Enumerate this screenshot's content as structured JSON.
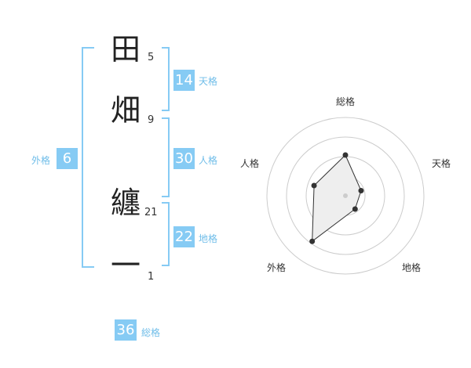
{
  "name_chars": [
    {
      "char": "田",
      "strokes": "5"
    },
    {
      "char": "畑",
      "strokes": "9"
    },
    {
      "char": "纏",
      "strokes": "21"
    },
    {
      "char": "一",
      "strokes": "1"
    }
  ],
  "fortunes": {
    "tenkaku": {
      "value": "14",
      "label": "天格"
    },
    "jinkaku": {
      "value": "30",
      "label": "人格"
    },
    "chikaku": {
      "value": "22",
      "label": "地格"
    },
    "gaikaku": {
      "value": "6",
      "label": "外格"
    },
    "soukaku": {
      "value": "36",
      "label": "総格"
    }
  },
  "radar": {
    "axes": [
      "総格",
      "天格",
      "地格",
      "外格",
      "人格"
    ],
    "values": [
      0.52,
      0.21,
      0.21,
      0.72,
      0.42
    ],
    "fill_color": "#eeeeee",
    "line_color": "#333333",
    "ring_color": "#cccccc"
  }
}
